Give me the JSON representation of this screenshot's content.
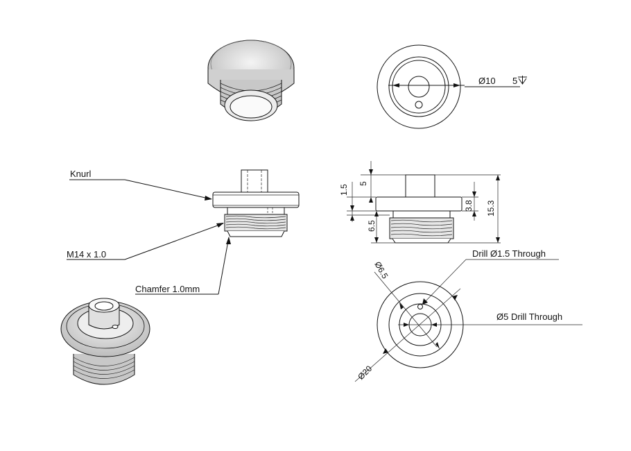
{
  "labels": {
    "knurl": "Knurl",
    "thread": "M14  x 1.0",
    "chamfer": "Chamfer 1.0mm",
    "drill_small": "Drill Ø1.5 Through",
    "drill_main": "Ø5 Drill Through",
    "bore": "Ø10",
    "bore_depth": "5",
    "dia_6_5": "Ø6.5",
    "dia_20": "Ø20"
  },
  "dimensions": {
    "d_1_5": "1.5",
    "d_5": "5",
    "d_3_8": "3.8",
    "d_6_5": "6.5",
    "d_15_3": "15.3"
  },
  "colors": {
    "line": "#111111",
    "background": "#ffffff"
  }
}
